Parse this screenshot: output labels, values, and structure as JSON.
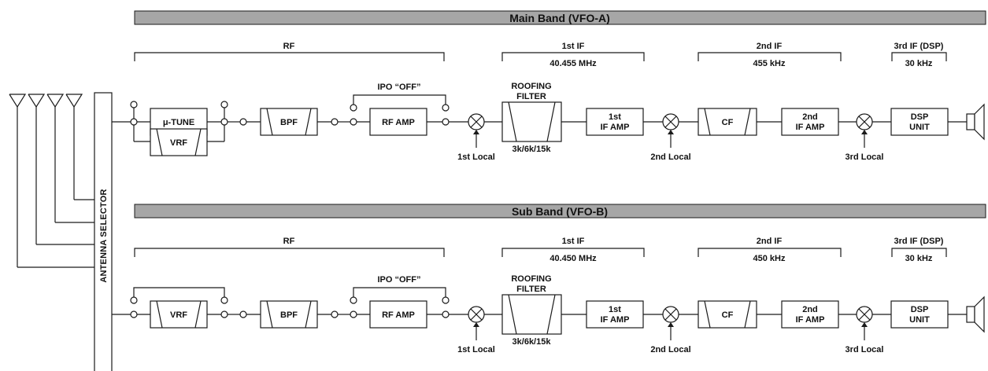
{
  "antenna_selector": "ANTENNA SELECTOR",
  "colors": {
    "band_bar": "#a6a6a6",
    "line": "#1a1a1a"
  },
  "bands": [
    {
      "title": "Main Band (VFO-A)",
      "rf_label": "RF",
      "if1_label": "1st IF",
      "if1_freq": "40.455 MHz",
      "if2_label": "2nd IF",
      "if2_freq": "455 kHz",
      "if3_label": "3rd IF (DSP)",
      "if3_freq": "30 kHz",
      "ipo": "IPO “OFF”",
      "pre_upper": "μ-TUNE",
      "pre_lower": "VRF",
      "bpf": "BPF",
      "rf_amp": "RF AMP",
      "roofing_l1": "ROOFING",
      "roofing_l2": "FILTER",
      "roofing_bw": "3k/6k/15k",
      "if_amp1_l1": "1st",
      "if_amp1_l2": "IF AMP",
      "cf": "CF",
      "if_amp2_l1": "2nd",
      "if_amp2_l2": "IF AMP",
      "dsp_l1": "DSP",
      "dsp_l2": "UNIT",
      "local1": "1st Local",
      "local2": "2nd Local",
      "local3": "3rd Local"
    },
    {
      "title": "Sub Band (VFO-B)",
      "rf_label": "RF",
      "if1_label": "1st IF",
      "if1_freq": "40.450 MHz",
      "if2_label": "2nd IF",
      "if2_freq": "450 kHz",
      "if3_label": "3rd IF (DSP)",
      "if3_freq": "30 kHz",
      "ipo": "IPO “OFF”",
      "pre_upper": "VRF",
      "bpf": "BPF",
      "rf_amp": "RF AMP",
      "roofing_l1": "ROOFING",
      "roofing_l2": "FILTER",
      "roofing_bw": "3k/6k/15k",
      "if_amp1_l1": "1st",
      "if_amp1_l2": "IF AMP",
      "cf": "CF",
      "if_amp2_l1": "2nd",
      "if_amp2_l2": "IF AMP",
      "dsp_l1": "DSP",
      "dsp_l2": "UNIT",
      "local1": "1st Local",
      "local2": "2nd Local",
      "local3": "3rd Local"
    }
  ]
}
